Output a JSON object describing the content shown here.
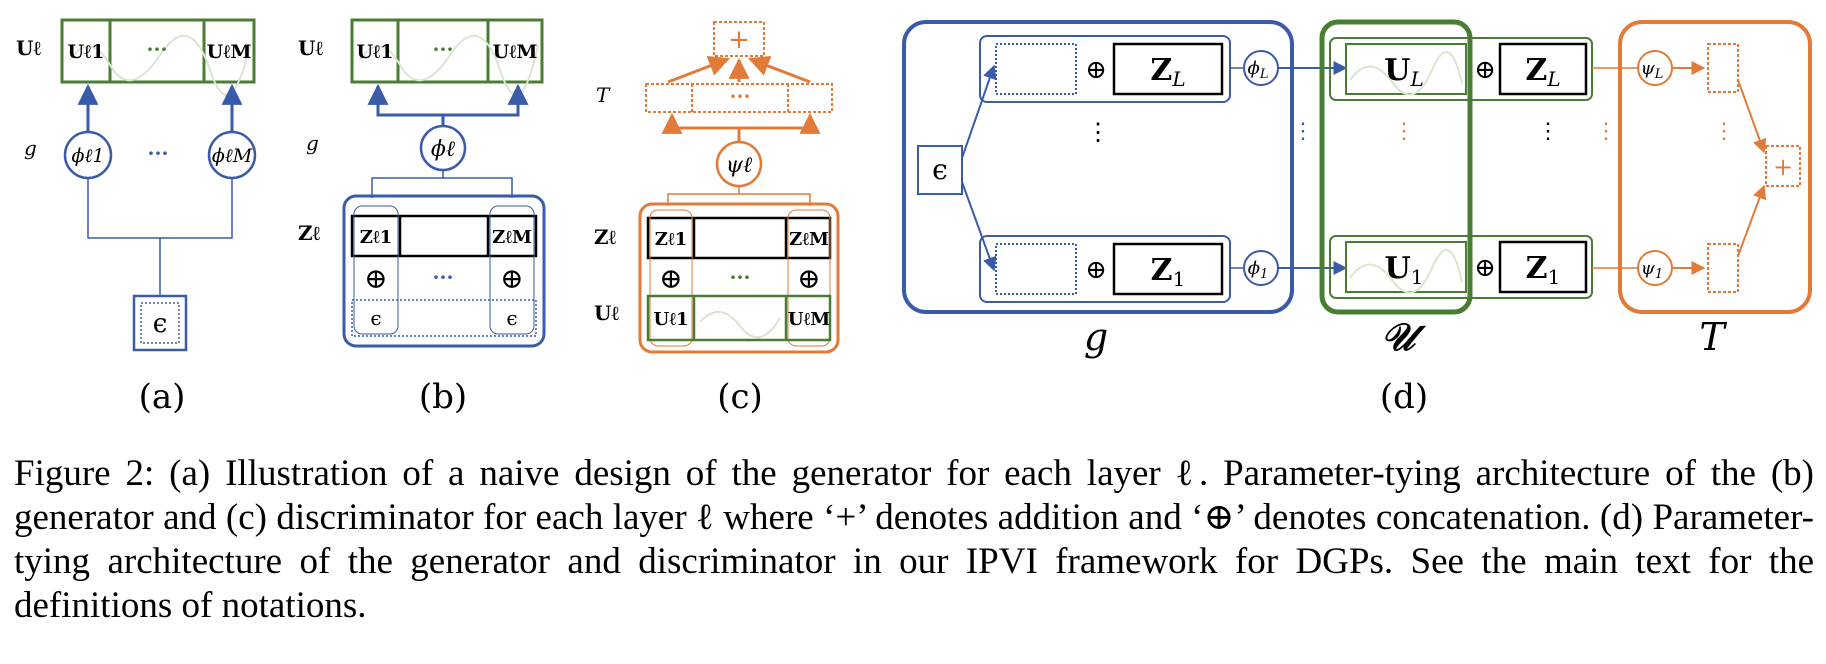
{
  "colors": {
    "blue": "#3a5ba8",
    "green": "#4a7d34",
    "orange": "#e07b39",
    "light_green": "#d8e6d0"
  },
  "panels": {
    "a": {
      "label": "(a)",
      "row_labels": {
        "u": "Uℓ",
        "g": "g"
      },
      "u_cells": [
        "Uℓ1",
        "···",
        "UℓM"
      ],
      "phi_nodes": [
        "ϕℓ1",
        "ϕℓM"
      ],
      "dots": "···",
      "epsilon": "ϵ"
    },
    "b": {
      "label": "(b)",
      "row_labels": {
        "u": "Uℓ",
        "g": "g",
        "z": "Zℓ"
      },
      "u_cells": [
        "Uℓ1",
        "···",
        "UℓM"
      ],
      "phi": "ϕℓ",
      "z_cells": [
        "Zℓ1",
        "ZℓM"
      ],
      "oplus": "⊕",
      "dots": "···",
      "eps_cells": [
        "ϵ",
        "ϵ"
      ]
    },
    "c": {
      "label": "(c)",
      "row_labels": {
        "t": "T",
        "z": "Zℓ",
        "u": "Uℓ"
      },
      "plus": "+",
      "dots": "···",
      "psi": "ψℓ",
      "z_cells": [
        "Zℓ1",
        "ZℓM"
      ],
      "oplus": "⊕",
      "u_cells": [
        "Uℓ1",
        "UℓM"
      ]
    },
    "d": {
      "label": "(d)",
      "epsilon": "ϵ",
      "oplus": "⊕",
      "z_top": "Z",
      "z_top_sub": "L",
      "z_bot": "Z",
      "z_bot_sub": "1",
      "u_top": "U",
      "u_top_sub": "L",
      "u_bot": "U",
      "u_bot_sub": "1",
      "phi_top": "ϕ",
      "phi_top_sub": "L",
      "phi_bot": "ϕ",
      "phi_bot_sub": "1",
      "psi_top": "ψ",
      "psi_top_sub": "L",
      "psi_bot": "ψ",
      "psi_bot_sub": "1",
      "plus": "+",
      "vdots": "⋮",
      "group_labels": [
        "g",
        "𝒰",
        "T"
      ]
    }
  },
  "caption": "Figure 2: (a) Illustration of a naive design of the generator for each layer ℓ. Parameter-tying architecture of the (b) generator and (c) discriminator for each layer ℓ where ‘+’ denotes addition and ‘⊕’ denotes concatenation. (d) Parameter-tying architecture of the generator and discriminator in our IPVI framework for DGPs. See the main text for the definitions of notations."
}
